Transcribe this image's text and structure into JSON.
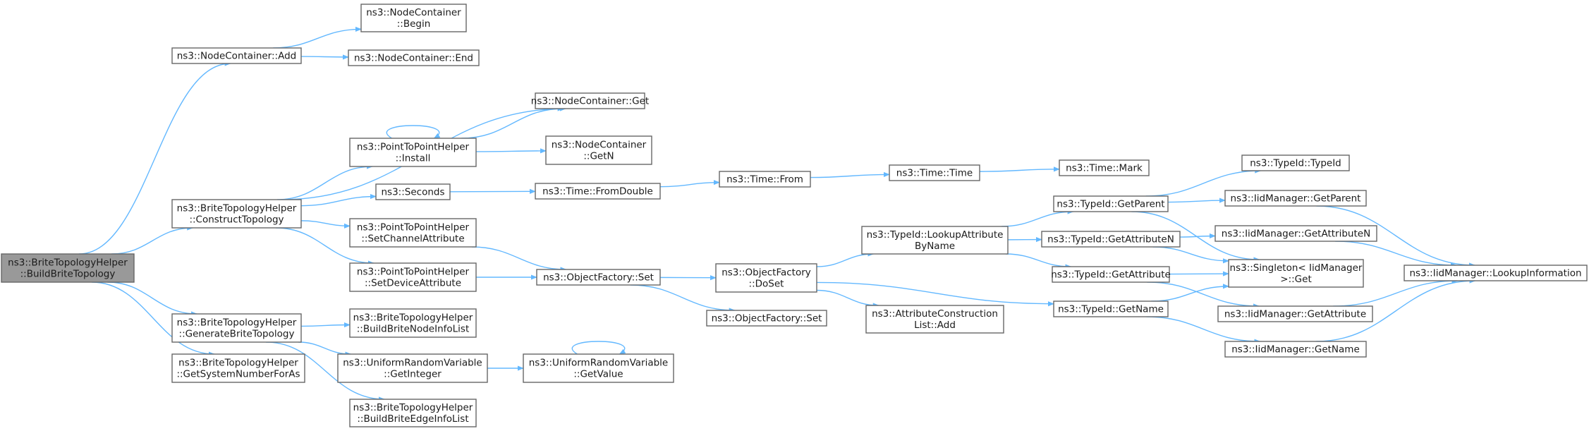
{
  "nodes": [
    {
      "id": "root",
      "lines": [
        "ns3::BriteTopologyHelper",
        "::BuildBriteTopology"
      ],
      "root": true
    },
    {
      "id": "nc_add",
      "lines": [
        "ns3::NodeContainer::Add"
      ]
    },
    {
      "id": "nc_begin",
      "lines": [
        "ns3::NodeContainer",
        "::Begin"
      ]
    },
    {
      "id": "nc_end",
      "lines": [
        "ns3::NodeContainer::End"
      ]
    },
    {
      "id": "construct",
      "lines": [
        "ns3::BriteTopologyHelper",
        "::ConstructTopology"
      ]
    },
    {
      "id": "nc_get",
      "lines": [
        "ns3::NodeContainer::Get"
      ]
    },
    {
      "id": "p2p_install",
      "lines": [
        "ns3::PointToPointHelper",
        "::Install"
      ]
    },
    {
      "id": "nc_getn",
      "lines": [
        "ns3::NodeContainer",
        "::GetN"
      ]
    },
    {
      "id": "seconds",
      "lines": [
        "ns3::Seconds"
      ]
    },
    {
      "id": "fromdouble",
      "lines": [
        "ns3::Time::FromDouble"
      ]
    },
    {
      "id": "time_from",
      "lines": [
        "ns3::Time::From"
      ]
    },
    {
      "id": "time_time",
      "lines": [
        "ns3::Time::Time"
      ]
    },
    {
      "id": "time_mark",
      "lines": [
        "ns3::Time::Mark"
      ]
    },
    {
      "id": "p2p_setchan",
      "lines": [
        "ns3::PointToPointHelper",
        "::SetChannelAttribute"
      ]
    },
    {
      "id": "p2p_setdev",
      "lines": [
        "ns3::PointToPointHelper",
        "::SetDeviceAttribute"
      ]
    },
    {
      "id": "of_set",
      "lines": [
        "ns3::ObjectFactory::Set"
      ]
    },
    {
      "id": "of_doset",
      "lines": [
        "ns3::ObjectFactory",
        "::DoSet"
      ]
    },
    {
      "id": "of_set2",
      "lines": [
        "ns3::ObjectFactory::Set"
      ]
    },
    {
      "id": "tid_lookup",
      "lines": [
        "ns3::TypeId::LookupAttribute",
        "ByName"
      ]
    },
    {
      "id": "acl_add",
      "lines": [
        "ns3::AttributeConstruction",
        "List::Add"
      ]
    },
    {
      "id": "tid_getparent",
      "lines": [
        "ns3::TypeId::GetParent"
      ]
    },
    {
      "id": "tid_getattrn",
      "lines": [
        "ns3::TypeId::GetAttributeN"
      ]
    },
    {
      "id": "tid_getattr",
      "lines": [
        "ns3::TypeId::GetAttribute"
      ]
    },
    {
      "id": "tid_getname",
      "lines": [
        "ns3::TypeId::GetName"
      ]
    },
    {
      "id": "tid_typeid",
      "lines": [
        "ns3::TypeId::TypeId"
      ]
    },
    {
      "id": "iid_getparent",
      "lines": [
        "ns3::IidManager::GetParent"
      ]
    },
    {
      "id": "iid_getattrn",
      "lines": [
        "ns3::IidManager::GetAttributeN"
      ]
    },
    {
      "id": "singleton_get",
      "lines": [
        "ns3::Singleton< IidManager",
        " >::Get"
      ]
    },
    {
      "id": "iid_getattr",
      "lines": [
        "ns3::IidManager::GetAttribute"
      ]
    },
    {
      "id": "iid_getname",
      "lines": [
        "ns3::IidManager::GetName"
      ]
    },
    {
      "id": "iid_lookupinfo",
      "lines": [
        "ns3::IidManager::LookupInformation"
      ]
    },
    {
      "id": "generate",
      "lines": [
        "ns3::BriteTopologyHelper",
        "::GenerateBriteTopology"
      ]
    },
    {
      "id": "build_nodeinfo",
      "lines": [
        "ns3::BriteTopologyHelper",
        "::BuildBriteNodeInfoList"
      ]
    },
    {
      "id": "urv_getinteger",
      "lines": [
        "ns3::UniformRandomVariable",
        "::GetInteger"
      ]
    },
    {
      "id": "urv_getvalue",
      "lines": [
        "ns3::UniformRandomVariable",
        "::GetValue"
      ]
    },
    {
      "id": "build_edgeinfo",
      "lines": [
        "ns3::BriteTopologyHelper",
        "::BuildBriteEdgeInfoList"
      ]
    },
    {
      "id": "getsysnum",
      "lines": [
        "ns3::BriteTopologyHelper",
        "::GetSystemNumberForAs"
      ]
    }
  ],
  "edges": [
    [
      "root",
      "nc_add"
    ],
    [
      "root",
      "construct"
    ],
    [
      "root",
      "generate"
    ],
    [
      "root",
      "getsysnum"
    ],
    [
      "nc_add",
      "nc_begin"
    ],
    [
      "nc_add",
      "nc_end"
    ],
    [
      "construct",
      "nc_get"
    ],
    [
      "construct",
      "p2p_install"
    ],
    [
      "construct",
      "seconds"
    ],
    [
      "construct",
      "p2p_setchan"
    ],
    [
      "construct",
      "p2p_setdev"
    ],
    [
      "p2p_install",
      "p2p_install"
    ],
    [
      "p2p_install",
      "nc_get"
    ],
    [
      "p2p_install",
      "nc_getn"
    ],
    [
      "seconds",
      "fromdouble"
    ],
    [
      "fromdouble",
      "time_from"
    ],
    [
      "time_from",
      "time_time"
    ],
    [
      "time_time",
      "time_mark"
    ],
    [
      "p2p_setchan",
      "of_set"
    ],
    [
      "p2p_setdev",
      "of_set"
    ],
    [
      "of_set",
      "of_doset"
    ],
    [
      "of_set",
      "of_set2"
    ],
    [
      "of_doset",
      "tid_lookup"
    ],
    [
      "of_doset",
      "acl_add"
    ],
    [
      "of_doset",
      "tid_getname"
    ],
    [
      "tid_lookup",
      "tid_getparent"
    ],
    [
      "tid_lookup",
      "tid_getattrn"
    ],
    [
      "tid_lookup",
      "tid_getattr"
    ],
    [
      "tid_getparent",
      "tid_typeid"
    ],
    [
      "tid_getparent",
      "iid_getparent"
    ],
    [
      "tid_getparent",
      "singleton_get"
    ],
    [
      "tid_getattrn",
      "iid_getattrn"
    ],
    [
      "tid_getattrn",
      "singleton_get"
    ],
    [
      "tid_getattr",
      "singleton_get"
    ],
    [
      "tid_getattr",
      "iid_getattr"
    ],
    [
      "tid_getname",
      "singleton_get"
    ],
    [
      "tid_getname",
      "iid_getname"
    ],
    [
      "iid_getparent",
      "iid_lookupinfo"
    ],
    [
      "iid_getattrn",
      "iid_lookupinfo"
    ],
    [
      "iid_getattr",
      "iid_lookupinfo"
    ],
    [
      "iid_getname",
      "iid_lookupinfo"
    ],
    [
      "generate",
      "build_nodeinfo"
    ],
    [
      "generate",
      "urv_getinteger"
    ],
    [
      "generate",
      "build_edgeinfo"
    ],
    [
      "urv_getinteger",
      "urv_getvalue"
    ],
    [
      "urv_getvalue",
      "urv_getvalue"
    ]
  ],
  "colors": {
    "edge": "#63b8ff",
    "node_border": "#666666",
    "root_fill": "#999999"
  }
}
